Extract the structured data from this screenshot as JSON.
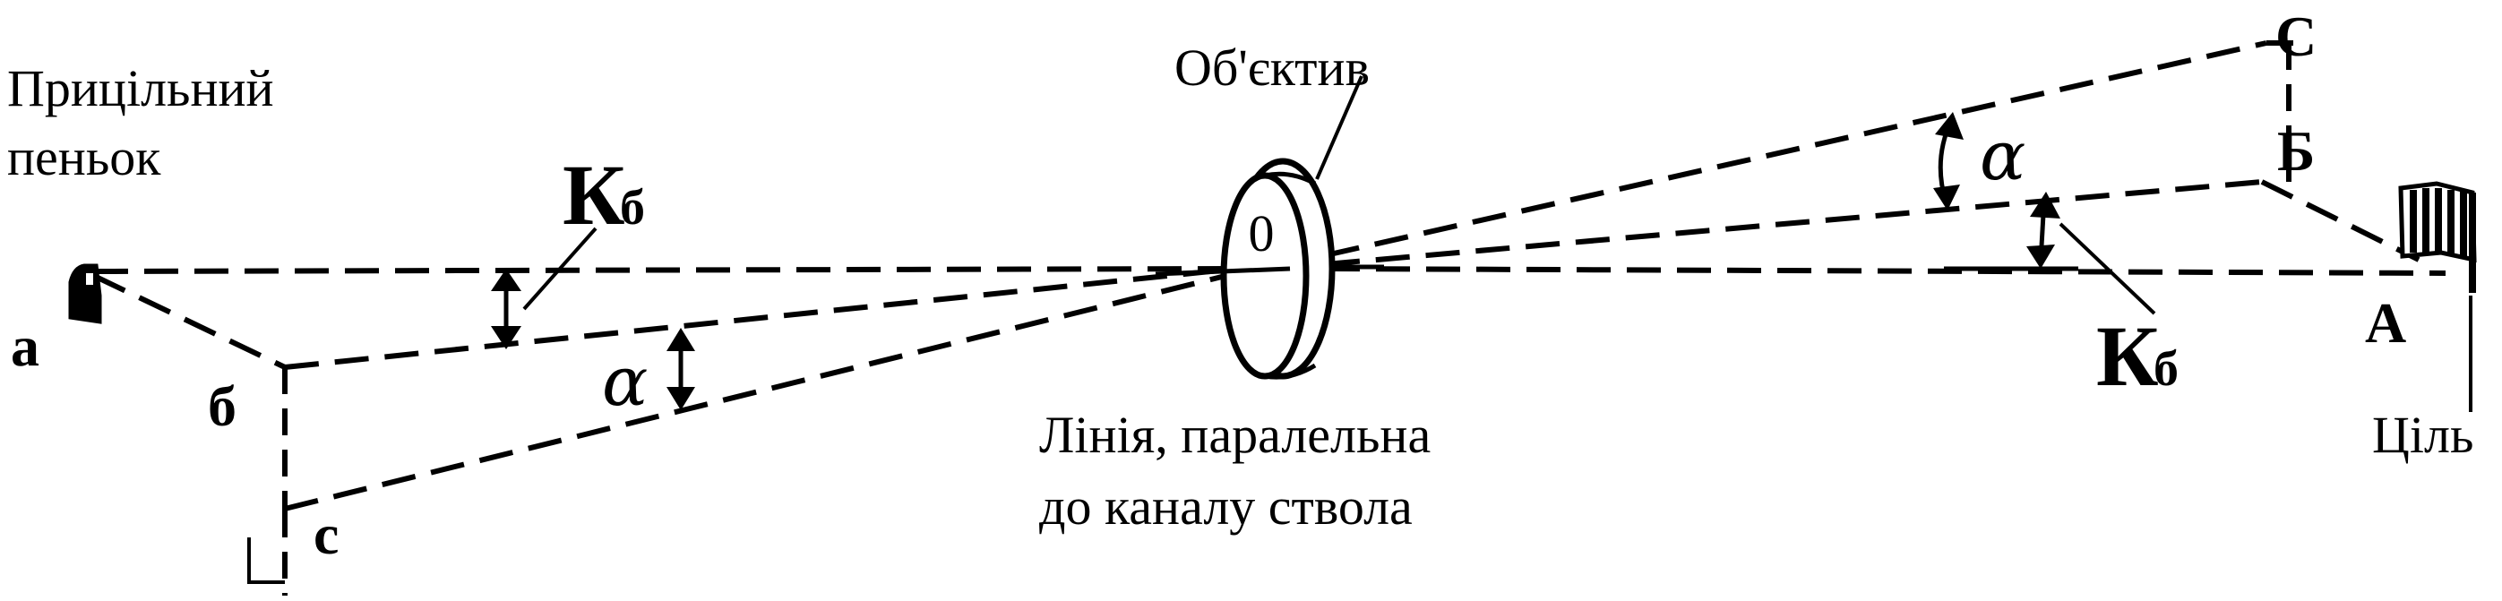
{
  "labels": {
    "sight_top": "Прицільний",
    "sight_bottom": "пеньок",
    "lens": "Об'єктив",
    "parallel_line_1": "Лінія, паралельна",
    "parallel_line_2": "до каналу ствола",
    "target": "Ціль",
    "kb_left_main": "К",
    "kb_left_sub": "б",
    "kb_right_main": "К",
    "kb_right_sub": "б",
    "alpha_left": "α",
    "alpha_right": "α",
    "lens_center": "0"
  },
  "points": {
    "a": "а",
    "b_small": "б",
    "c_small": "с",
    "A": "А",
    "B": "Б",
    "C": "С"
  }
}
